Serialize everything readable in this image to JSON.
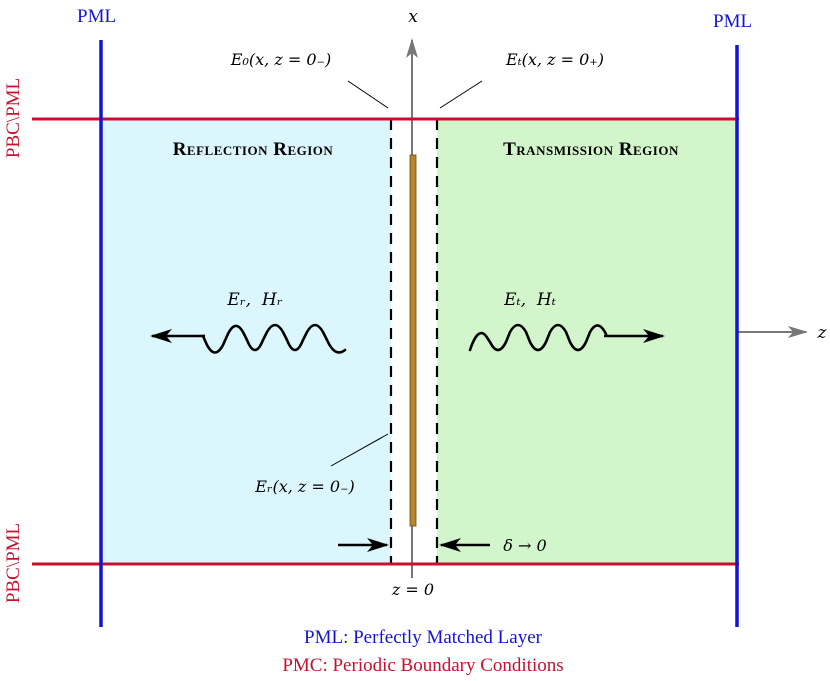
{
  "labels": {
    "pml_left": "PML",
    "pml_right": "PML",
    "pbc_top": "PBC\\PML",
    "pbc_bottom": "PBC\\PML",
    "axis_x": "x",
    "axis_z": "z",
    "reflection_region": "Reflection Region",
    "transmission_region": "Transmission Region",
    "e0_label": "E₀(x, z = 0₋)",
    "et_label": "Eₜ(x, z = 0₊)",
    "er_label": "Eᵣ(x, z = 0₋)",
    "reflected_fields": "Eᵣ,  Hᵣ",
    "transmitted_fields": "Eₜ,  Hₜ",
    "delta_label": "δ → 0",
    "z_origin": "z = 0",
    "legend_pml": "PML: Perfectly Matched Layer",
    "legend_pmc": "PMC: Periodic Boundary Conditions"
  },
  "colors": {
    "pml_blue": "#1414d2",
    "pbc_red": "#c8102e",
    "reflection_fill": "#dcf6fd",
    "transmission_fill": "#d2f5cb",
    "axis_gray": "#777777",
    "slab_gold": "#b8862b",
    "ink": "#000000"
  }
}
